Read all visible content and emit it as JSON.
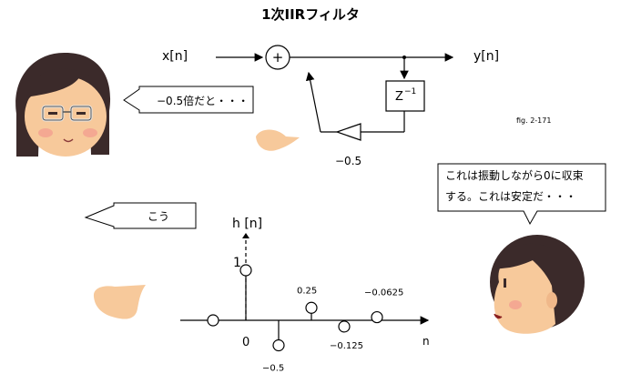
{
  "title": "1次IIRフィルタ",
  "block_diagram": {
    "input_label": "x[n]",
    "output_label": "y[n]",
    "adder_symbol": "+",
    "delay_label": "Z",
    "delay_exponent": "−1",
    "gain_label": "−0.5"
  },
  "figure_ref": "fig. 2-171",
  "speech": {
    "left_top": "−0.5倍だと・・・",
    "left_bottom": "こう",
    "right_line1": "これは振動しながら0に収束",
    "right_line2": "する。これは安定だ・・・"
  },
  "chart_data": {
    "type": "stem",
    "ylabel": "h [n]",
    "xlabel": "n",
    "origin_label": "0",
    "points": [
      {
        "n": -1,
        "value": 0
      },
      {
        "n": 0,
        "value": 1,
        "label": "1"
      },
      {
        "n": 1,
        "value": -0.5,
        "label": "−0.5"
      },
      {
        "n": 2,
        "value": 0.25,
        "label": "0.25"
      },
      {
        "n": 3,
        "value": -0.125,
        "label": "−0.125"
      },
      {
        "n": 4,
        "value": 0.0625,
        "label": "−0.0625"
      }
    ]
  },
  "colors": {
    "skin": "#f7c99b",
    "hair": "#3b2a2a",
    "cheek": "#f29a8f",
    "line": "#000000"
  }
}
